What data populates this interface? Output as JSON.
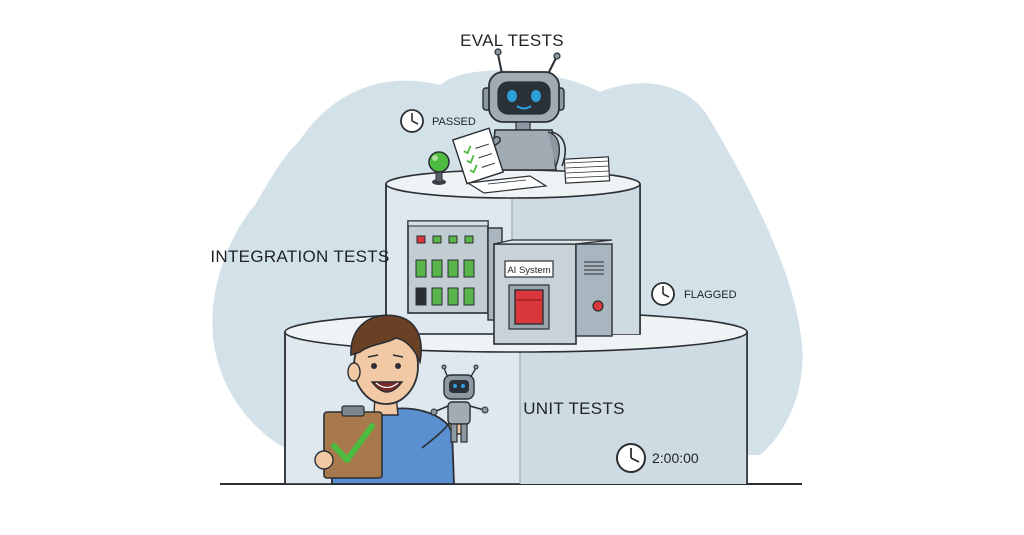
{
  "labels": {
    "eval_tests": "EVAL TESTS",
    "integration_tests": "INTEGRATION TESTS",
    "unit_tests": "UNIT TESTS",
    "passed": "PASSED",
    "flagged": "FLAGGED",
    "timer": "2:00:00",
    "machine_badge": "AI System"
  },
  "colors": {
    "background_blob": "#d3e1e8",
    "cylinder_face": "#dfe8ee",
    "cylinder_shade": "#c7d4dc",
    "cylinder_top": "#eef3f6",
    "outline": "#2b2f33",
    "red_switch": "#d9373b",
    "green_switch": "#59b54a",
    "green_check": "#4cbb3f",
    "robot_body": "#8c98a2",
    "robot_eye": "#2f9fdc",
    "person_shirt": "#5a8fd0",
    "person_hair": "#6b4126",
    "skin": "#f1c9a4",
    "clipboard": "#a9794e"
  },
  "icons": {
    "clock": "clock-icon",
    "check": "check-icon"
  }
}
